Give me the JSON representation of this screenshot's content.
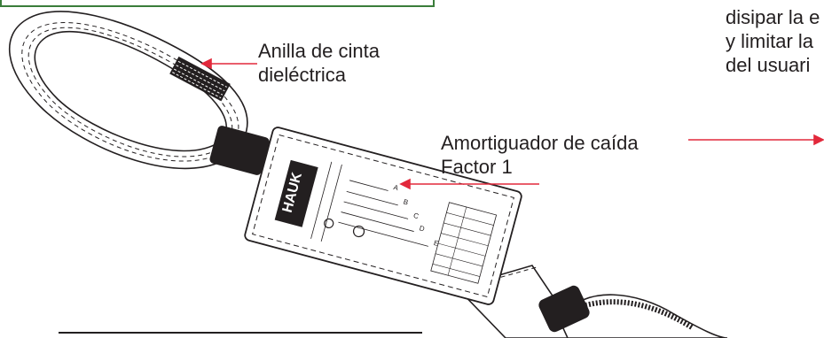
{
  "labels": {
    "loop": [
      "Anilla de cinta",
      "dieléctrica"
    ],
    "absorber": [
      "Amortiguador de caída",
      "Factor 1"
    ],
    "partial_right": [
      "disipar la e",
      "y  limitar la",
      "del usuari"
    ]
  },
  "absorber_panel": {
    "brand": "HAUK",
    "letters": [
      "A",
      "B",
      "C",
      "D",
      "E"
    ]
  },
  "colors": {
    "arrow": "#e2283b",
    "strap": "#ffffff",
    "stroke": "#231f20",
    "frame": "#3a7d3a"
  }
}
